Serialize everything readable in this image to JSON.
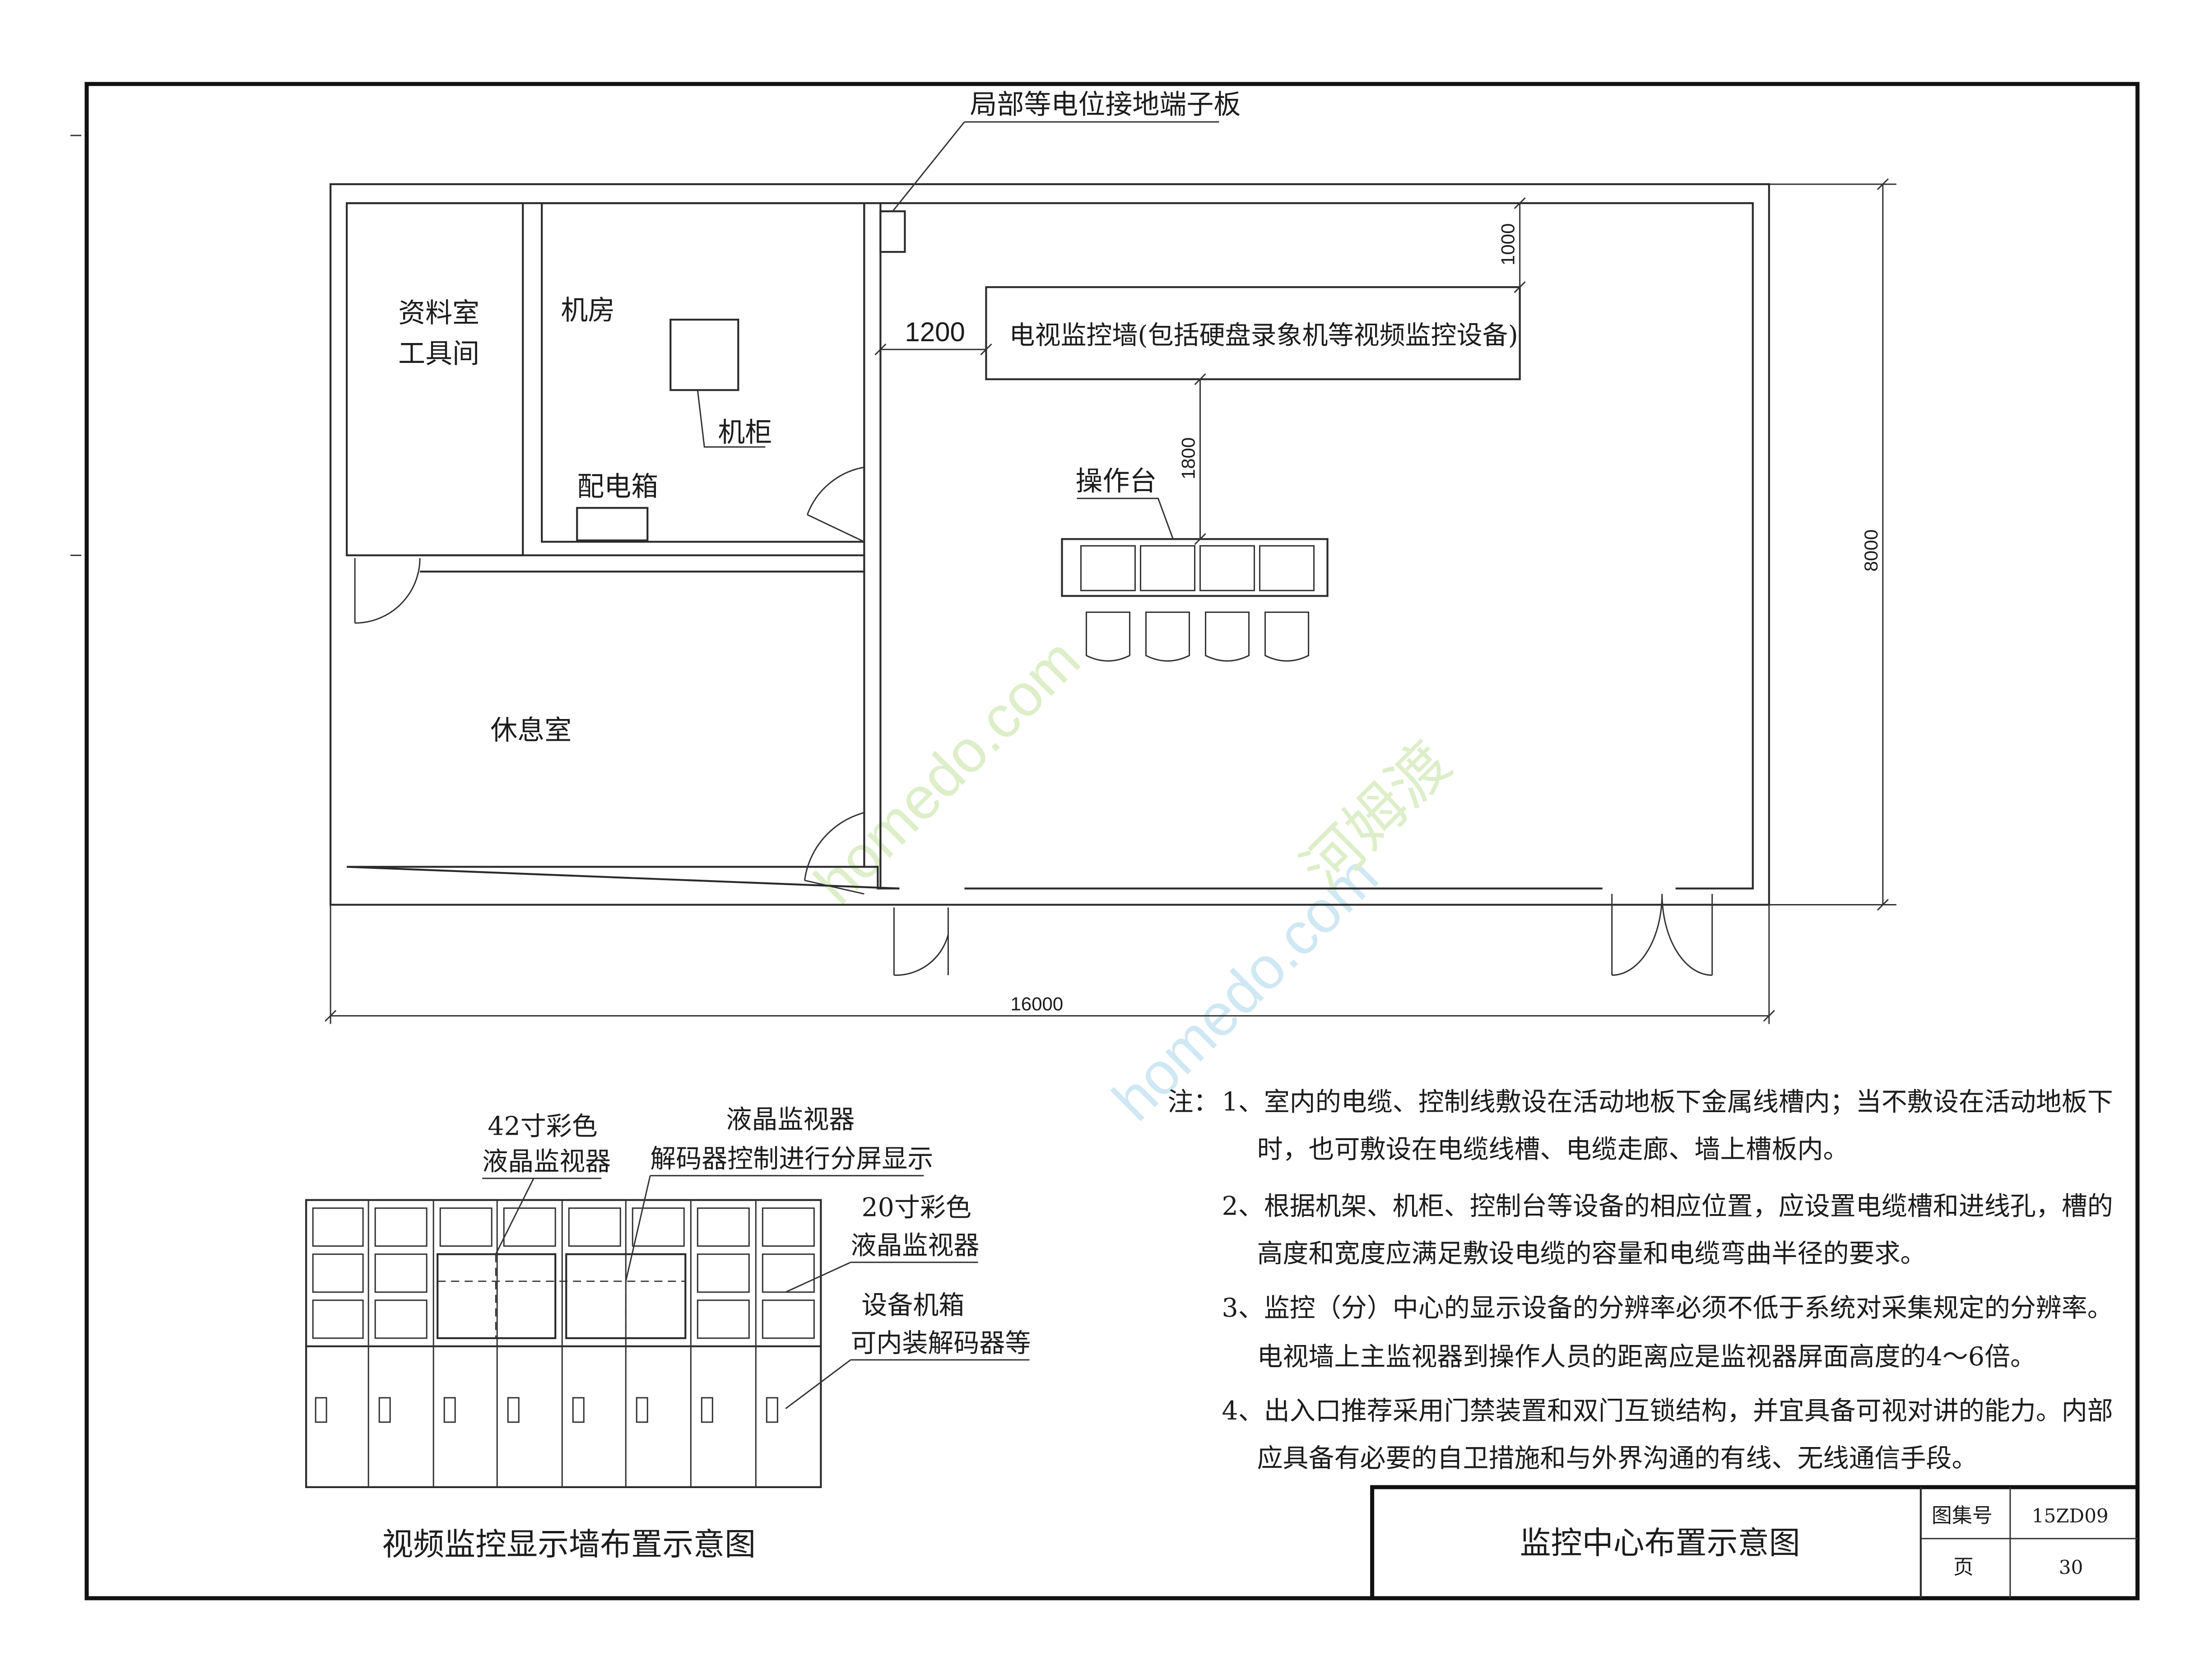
{
  "plan": {
    "labels": {
      "terminal_board": "局部等电位接地端子板",
      "archive_room_line1": "资料室",
      "archive_room_line2": "工具间",
      "machine_room": "机房",
      "cabinet": "机柜",
      "distribution_box": "配电箱",
      "monitor_wall": "电视监控墙(包括硬盘录象机等视频监控设备)",
      "console": "操作台",
      "rest_room": "休息室"
    },
    "dimensions": {
      "d_1200": "1200",
      "d_1000": "1000",
      "d_1800": "1800",
      "d_8000": "8000",
      "d_16000": "16000"
    }
  },
  "wall_diagram": {
    "labels": {
      "lcd42_line1": "42寸彩色",
      "lcd42_line2": "液晶监视器",
      "lcd_line1": "液晶监视器",
      "lcd_line2": "解码器控制进行分屏显示",
      "lcd20_line1": "20寸彩色",
      "lcd20_line2": "液晶监视器",
      "cabinet_line1": "设备机箱",
      "cabinet_line2": "可内装解码器等"
    },
    "caption": "视频监控显示墙布置示意图"
  },
  "notes": {
    "prefix": "注：",
    "lines": [
      "1、室内的电缆、控制线敷设在活动地板下金属线槽内；当不敷设在活动地板下",
      "时，也可敷设在电缆线槽、电缆走廊、墙上槽板内。",
      "2、根据机架、机柜、控制台等设备的相应位置，应设置电缆槽和进线孔，槽的",
      "高度和宽度应满足敷设电缆的容量和电缆弯曲半径的要求。",
      "3、监控（分）中心的显示设备的分辨率必须不低于系统对采集规定的分辨率。",
      "电视墙上主监视器到操作人员的距离应是监视器屏面高度的4～6倍。",
      "4、出入口推荐采用门禁装置和双门互锁结构，并宜具备可视对讲的能力。内部",
      "应具备有必要的自卫措施和与外界沟通的有线、无线通信手段。"
    ]
  },
  "title_block": {
    "title": "监控中心布置示意图",
    "atlas_label": "图集号",
    "atlas_no": "15ZD09",
    "page_label": "页",
    "page_no": "30"
  },
  "watermark": {
    "text1": "homedo.com",
    "text2": "河姆渡"
  },
  "colors": {
    "line": "#2b2b2b",
    "watermark_green": "#d8ecc0",
    "watermark_blue": "#c7e4f2"
  }
}
